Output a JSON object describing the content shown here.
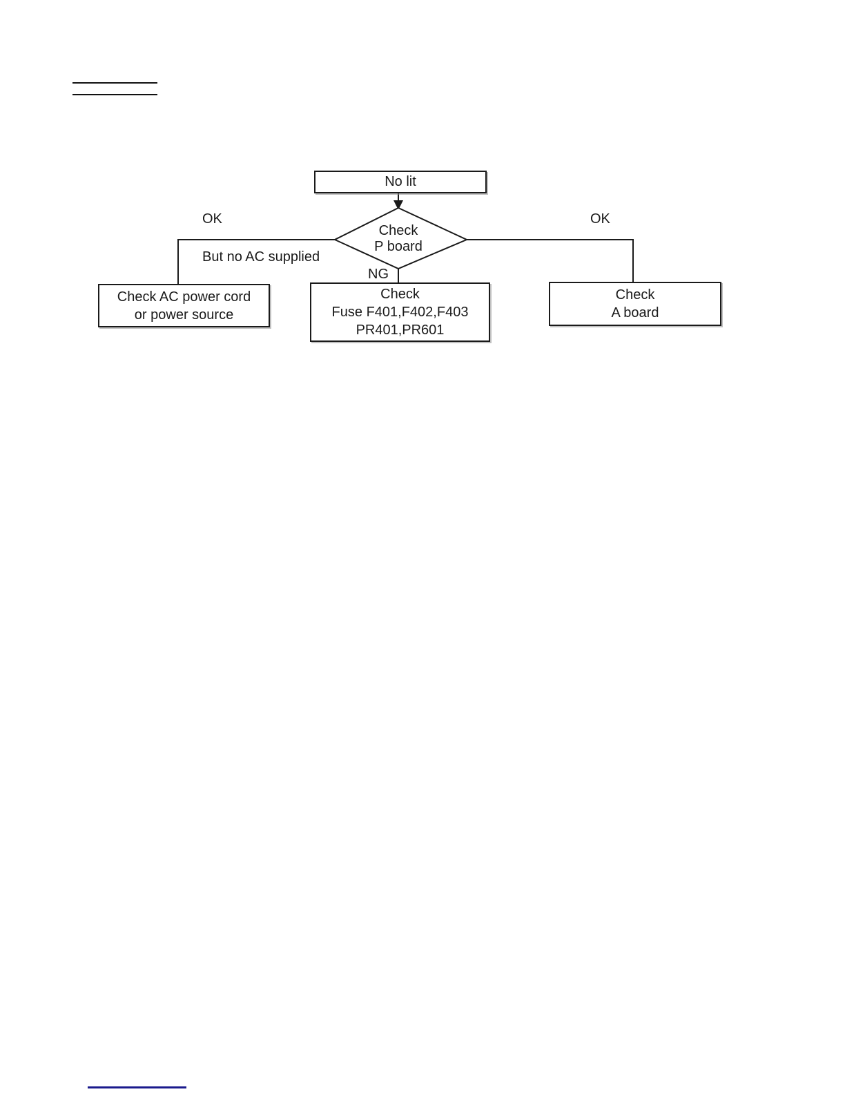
{
  "flowchart": {
    "start": {
      "label": "No lit"
    },
    "decision": {
      "lines": [
        "Check",
        "P board"
      ]
    },
    "labels": {
      "left_ok": "OK",
      "left_condition": "But no AC supplied",
      "down_ng": "NG",
      "right_ok": "OK"
    },
    "results": {
      "left": {
        "lines": [
          "Check AC power cord",
          "or power source"
        ]
      },
      "middle": {
        "lines": [
          "Check",
          "Fuse F401,F402,F403",
          "PR401,PR601"
        ]
      },
      "right": {
        "lines": [
          "Check",
          "A board"
        ]
      }
    }
  },
  "colors": {
    "ink": "#1a1a1a",
    "footer_rule": "#1a1a8c",
    "page_bg": "#ffffff"
  }
}
